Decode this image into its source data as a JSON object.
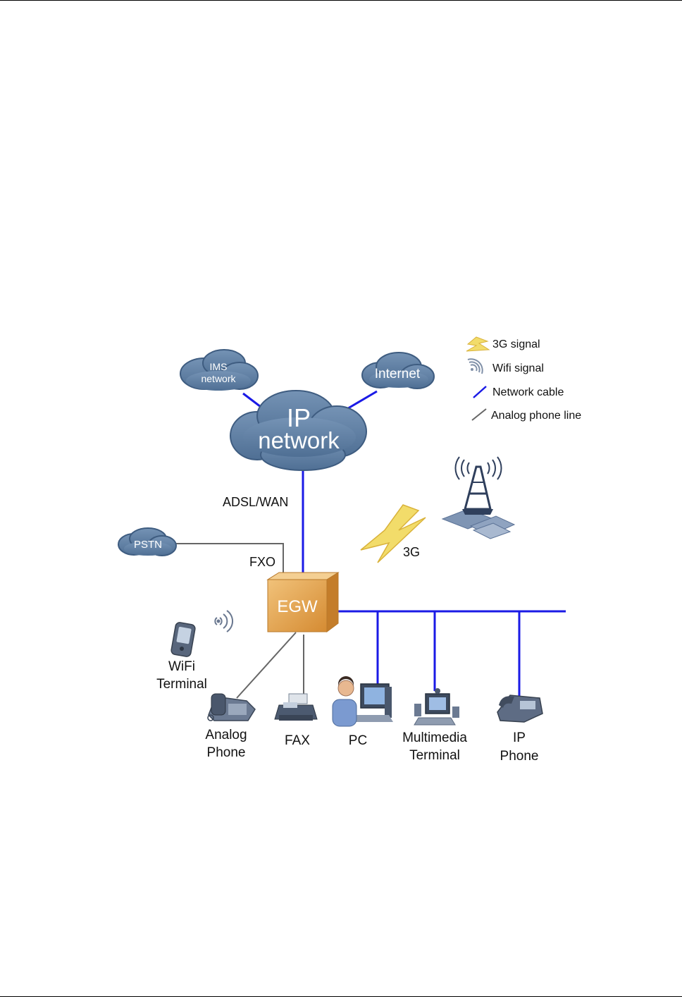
{
  "legend": {
    "g3_signal": "3G signal",
    "wifi_signal": "Wifi signal",
    "network_cable": "Network cable",
    "analog_line": "Analog phone line"
  },
  "clouds": {
    "ims": [
      "IMS",
      "network"
    ],
    "internet": "Internet",
    "ip": [
      "IP",
      "network"
    ],
    "pstn": "PSTN"
  },
  "labels": {
    "adsl_wan": "ADSL/WAN",
    "fxo": "FXO",
    "g3": "3G",
    "egw": "EGW"
  },
  "devices": {
    "wifi_terminal": [
      "WiFi",
      "Terminal"
    ],
    "analog_phone": [
      "Analog",
      "Phone"
    ],
    "fax": "FAX",
    "pc": "PC",
    "multimedia_terminal": [
      "Multimedia",
      "Terminal"
    ],
    "ip_phone": [
      "IP",
      "Phone"
    ]
  },
  "colors": {
    "cloud_fill": "#5d7da0",
    "cloud_stroke": "#3e5c80",
    "network_cable": "#1a1ae6",
    "analog_line": "#666666",
    "egw_fill": "#e0a04a",
    "bolt_fill": "#f2dc6a"
  }
}
